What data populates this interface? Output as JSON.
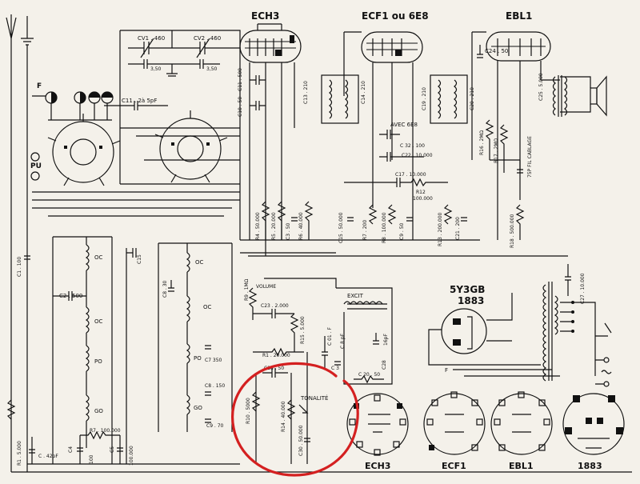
{
  "tubes": {
    "ech3": "ECH3",
    "ecf1": "ECF1 ou 6E8",
    "ebl1": "EBL1",
    "rect": "5Y3GB",
    "rect_num": "1883"
  },
  "sockets": [
    "ECH3",
    "ECF1",
    "EBL1",
    "1883"
  ],
  "switch_labels": {
    "f": "F",
    "pu": "PU"
  },
  "coil_labels": {
    "oc1": "OC",
    "oc2": "OC",
    "po1": "PO",
    "go1": "GO",
    "oc3": "OC",
    "oc4": "OC",
    "pg1": "PO",
    "go2": "GO"
  },
  "components": {
    "cv1": "CV1 . 460",
    "cv2": "CV2 . 460",
    "c350a": "3,50",
    "c350b": "3,50",
    "c11": "C11 . 2à 5pF",
    "c11v": "C11 . 500",
    "c10": "C10 . 50",
    "c13": "C13 . 210",
    "c14": "C14 . 210",
    "c19": "C19 . 210",
    "c20": "C20 . 210",
    "c24": "C24 . 50",
    "c25": "C25 . 5.000",
    "avec": "AVEC 6E8",
    "c32": "C 32 . 100",
    "c22": "C22 . 10.000",
    "c17": "C17 . 10.000",
    "r12": "R12",
    "r12v": "100.000",
    "r16": "R16 . 2MΩ",
    "r17": "R17 . 2MΩ",
    "fil": "75P FIL CABLAGE",
    "r4": "R4 . 50.000",
    "r5": "R5 . 20.000",
    "c3": "C3 . 50",
    "r6": "R6 . 40.000",
    "c15": "C15 . 50.000",
    "r7": "R7 . 200",
    "r8": "R8 . 100.000",
    "c9": "C9 . 50",
    "r13": "R13 . 200.000",
    "c21": "C21 . 200",
    "r18": "R18 . 500.000",
    "c1": "C1 . 100",
    "c15b": "C15",
    "c2": "C2 . 500",
    "c8": "C8 . 30",
    "c7": "C7 350",
    "c8b": "C8 . 150",
    "c9b": "C9 . 70",
    "r7b": "R7 . 100.000",
    "c4": "C4",
    "c4v": "100",
    "c5": "C5",
    "c5v": "100.000",
    "c42": "C . 42pF",
    "r1": "R1 . 5.000",
    "r9": "R9 . 1MΩ",
    "volume": "VOLUME",
    "c23": "C23 . 2.000",
    "r15": "R15 . 5.000",
    "r1b": "R1 . 20.000",
    "c18": "C18 . 50",
    "r10": "R10 . 5000",
    "r14": "R14 . 40.000",
    "tonalite": "TONALITÉ",
    "c30": "C30 . 50.000",
    "c01": "C 01 . F",
    "c8pf": "C 8 pF",
    "c16pf": "16pF",
    "c28": "C28",
    "excit": "EXCIT",
    "c3b": "C 3",
    "c20b": "C 20 . 50",
    "c27": "C27 . 10.000",
    "f2": "F"
  },
  "annotation": {
    "color": "#d42020"
  }
}
